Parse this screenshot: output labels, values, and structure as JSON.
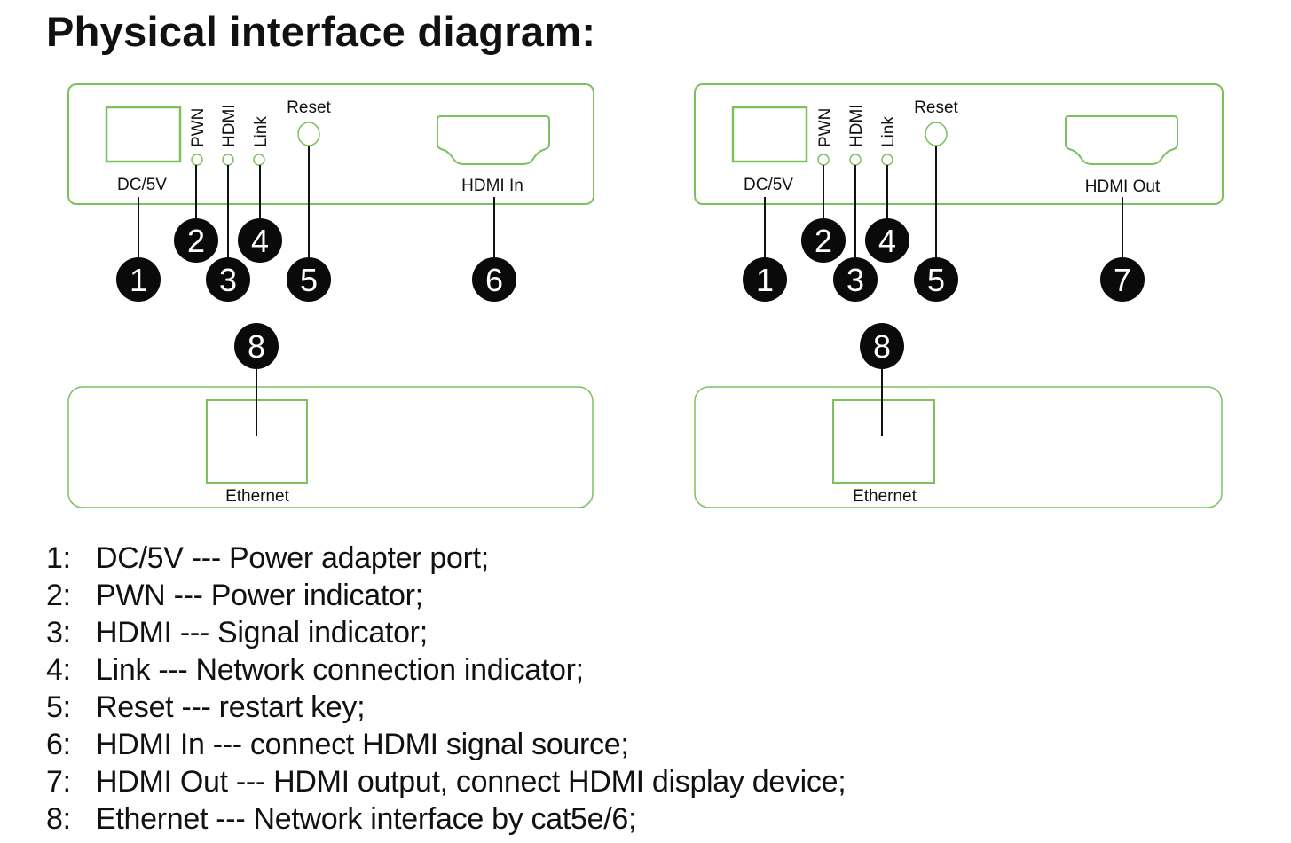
{
  "title": "Physical interface diagram:",
  "colors": {
    "outline": "#7cc15e",
    "badge": "#0a0a0a",
    "line": "#111111"
  },
  "panels": {
    "transmitter_front": {
      "dc_label": "DC/5V",
      "led_labels": [
        "PWN",
        "HDMI",
        "Link"
      ],
      "reset_label": "Reset",
      "hdmi_label": "HDMI In",
      "badges": [
        "1",
        "2",
        "3",
        "4",
        "5",
        "6"
      ]
    },
    "receiver_front": {
      "dc_label": "DC/5V",
      "led_labels": [
        "PWN",
        "HDMI",
        "Link"
      ],
      "reset_label": "Reset",
      "hdmi_label": "HDMI Out",
      "badges": [
        "1",
        "2",
        "3",
        "4",
        "5",
        "7"
      ]
    },
    "transmitter_back": {
      "ethernet_label": "Ethernet",
      "badge": "8"
    },
    "receiver_back": {
      "ethernet_label": "Ethernet",
      "badge": "8"
    }
  },
  "legend": [
    {
      "num": "1:",
      "text": "DC/5V --- Power adapter port;"
    },
    {
      "num": "2:",
      "text": "PWN --- Power indicator;"
    },
    {
      "num": "3:",
      "text": "HDMI --- Signal indicator;"
    },
    {
      "num": "4:",
      "text": "Link --- Network connection indicator;"
    },
    {
      "num": "5:",
      "text": "Reset --- restart key;"
    },
    {
      "num": "6:",
      "text": "HDMI In --- connect HDMI signal source;"
    },
    {
      "num": "7:",
      "text": "HDMI Out --- HDMI output, connect HDMI display device;"
    },
    {
      "num": "8:",
      "text": "Ethernet --- Network interface by cat5e/6;"
    }
  ]
}
